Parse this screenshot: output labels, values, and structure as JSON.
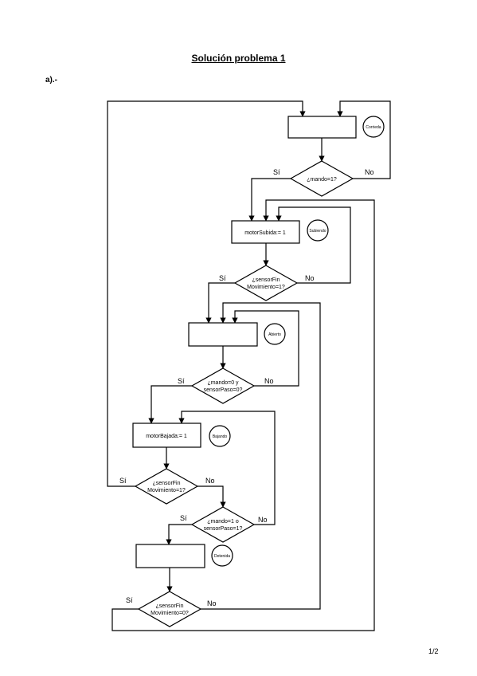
{
  "page": {
    "title": "Solución problema 1",
    "section": "a).-",
    "page_number": "1/2"
  },
  "flowchart": {
    "states": {
      "corriendo": "Corrieda",
      "subiendo": "Subiendo",
      "abierto": "Abierto",
      "bajando": "Bajando",
      "detenido": "Detenida"
    },
    "boxes": {
      "corriendo": "",
      "subiendo": "motorSubida:= 1",
      "abierto": "",
      "bajando": "motorBajada:= 1",
      "detenido": ""
    },
    "decisions": {
      "mando1": {
        "line1": "¿mando=1?",
        "line2": "",
        "yes": "Sí",
        "no": "No"
      },
      "sensor_fin1": {
        "line1": "¿sensorFin",
        "line2": "Movimiento=1?",
        "yes": "Sí",
        "no": "No"
      },
      "mando0_paso0": {
        "line1": "¿mando=0 y",
        "line2": "sensorPaso=0?",
        "yes": "Sí",
        "no": "No"
      },
      "sensor_fin1_b": {
        "line1": "¿sensorFin",
        "line2": "Movimiento=1?",
        "yes": "Sí",
        "no": "No"
      },
      "mando1_paso1": {
        "line1": "¿mando=1 o",
        "line2": "sensorPaso=1?",
        "yes": "Sí",
        "no": "No"
      },
      "sensor_fin0": {
        "line1": "¿sensorFin",
        "line2": "Movimiento=0?",
        "yes": "Sí",
        "no": "No"
      }
    }
  }
}
